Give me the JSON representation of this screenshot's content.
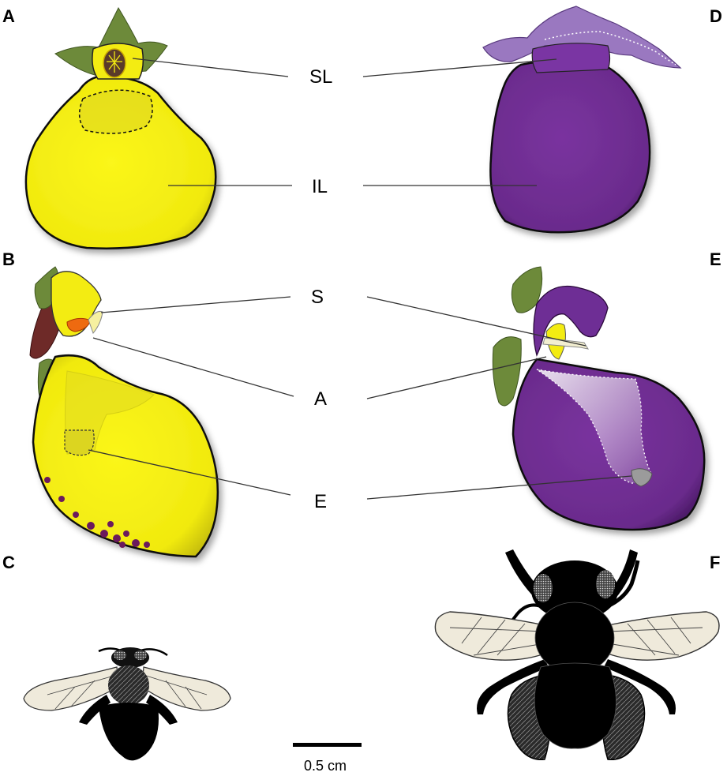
{
  "panels": {
    "a": "A",
    "b": "B",
    "c": "C",
    "d": "D",
    "e": "E",
    "f": "F"
  },
  "labels": {
    "sl": "SL",
    "il": "IL",
    "s": "S",
    "a": "A",
    "e": "E"
  },
  "scale_bar": {
    "label": "0.5 cm"
  },
  "colors": {
    "yellow_flower": "#f4ee10",
    "purple_flower": "#6b2d8f",
    "sepal_green": "#6d8a3a",
    "insect_black": "#000000",
    "wing": "#efeadb"
  }
}
